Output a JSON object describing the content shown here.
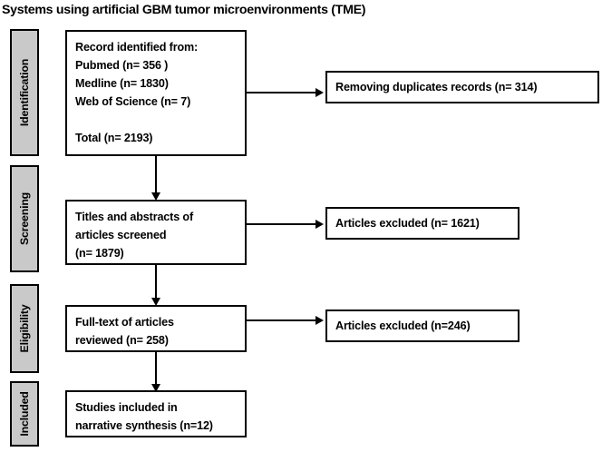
{
  "title": "Systems using artificial GBM tumor microenvironments (TME)",
  "stages": [
    {
      "id": "identification",
      "label": "Identification"
    },
    {
      "id": "screening",
      "label": "Screening"
    },
    {
      "id": "eligibility",
      "label": "Eligibility"
    },
    {
      "id": "included",
      "label": "Included"
    }
  ],
  "flow": {
    "identified": "Record identified from:\nPubmed (n= 356 )\nMedline (n= 1830)\nWeb of Science (n= 7)\n\nTotal (n= 2193)",
    "duplicates_removed": "Removing duplicates records (n= 314)",
    "screened": "Titles and abstracts of\narticles screened\n(n= 1879)",
    "excluded_screening": "Articles excluded (n= 1621)",
    "fulltext": "Full-text of articles\nreviewed (n= 258)",
    "excluded_eligibility": "Articles excluded (n=246)",
    "included": "Studies included in\nnarrative synthesis (n=12)"
  },
  "counts": {
    "pubmed": 356,
    "medline": 1830,
    "web_of_science": 7,
    "total_identified": 2193,
    "duplicates_removed": 314,
    "screened": 1879,
    "excluded_screening": 1621,
    "fulltext_reviewed": 258,
    "excluded_eligibility": 246,
    "included": 12
  },
  "colors": {
    "stage_fill": "#c9c9c9",
    "border": "#000000",
    "box_fill": "#ffffff",
    "text": "#000000"
  }
}
